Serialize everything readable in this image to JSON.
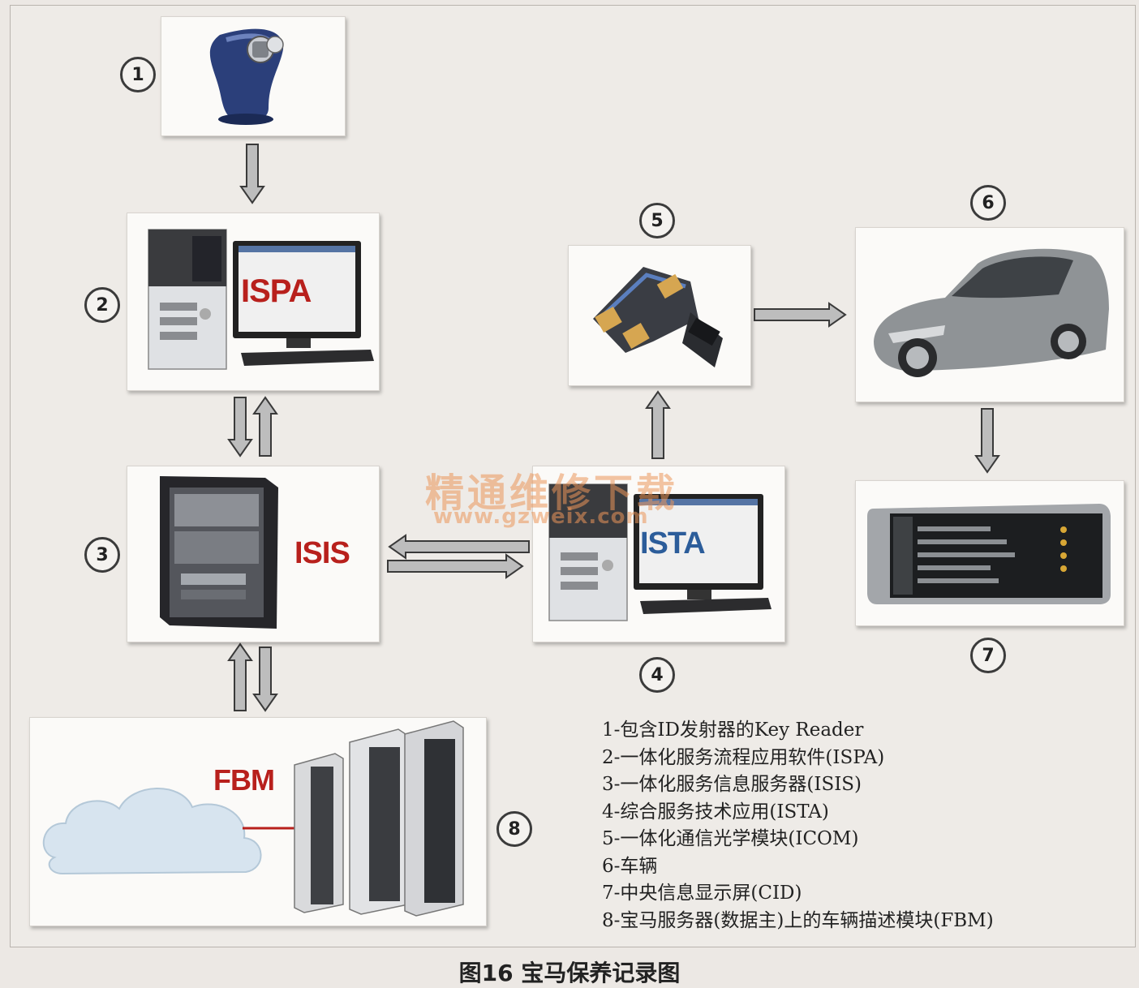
{
  "labels": {
    "ispa": "ISPA",
    "isis": "ISIS",
    "ista": "ISTA",
    "fbm": "FBM"
  },
  "numbers": [
    "1",
    "2",
    "3",
    "4",
    "5",
    "6",
    "7",
    "8"
  ],
  "legend": [
    "1-包含ID发射器的Key Reader",
    "2-一体化服务流程应用软件(ISPA)",
    "3-一体化服务信息服务器(ISIS)",
    "4-综合服务技术应用(ISTA)",
    "5-一体化通信光学模块(ICOM)",
    "6-车辆",
    "7-中央信息显示屏(CID)",
    "8-宝马服务器(数据主)上的车辆描述模块(FBM)"
  ],
  "caption": "图16 宝马保养记录图",
  "watermark": {
    "line1": "精通维修下载",
    "line2": "www.gzweix.com"
  },
  "colors": {
    "label_red": "#b8201c",
    "ista_blue": "#2c5d9a",
    "arrow_gray": "#b9b9b9"
  }
}
